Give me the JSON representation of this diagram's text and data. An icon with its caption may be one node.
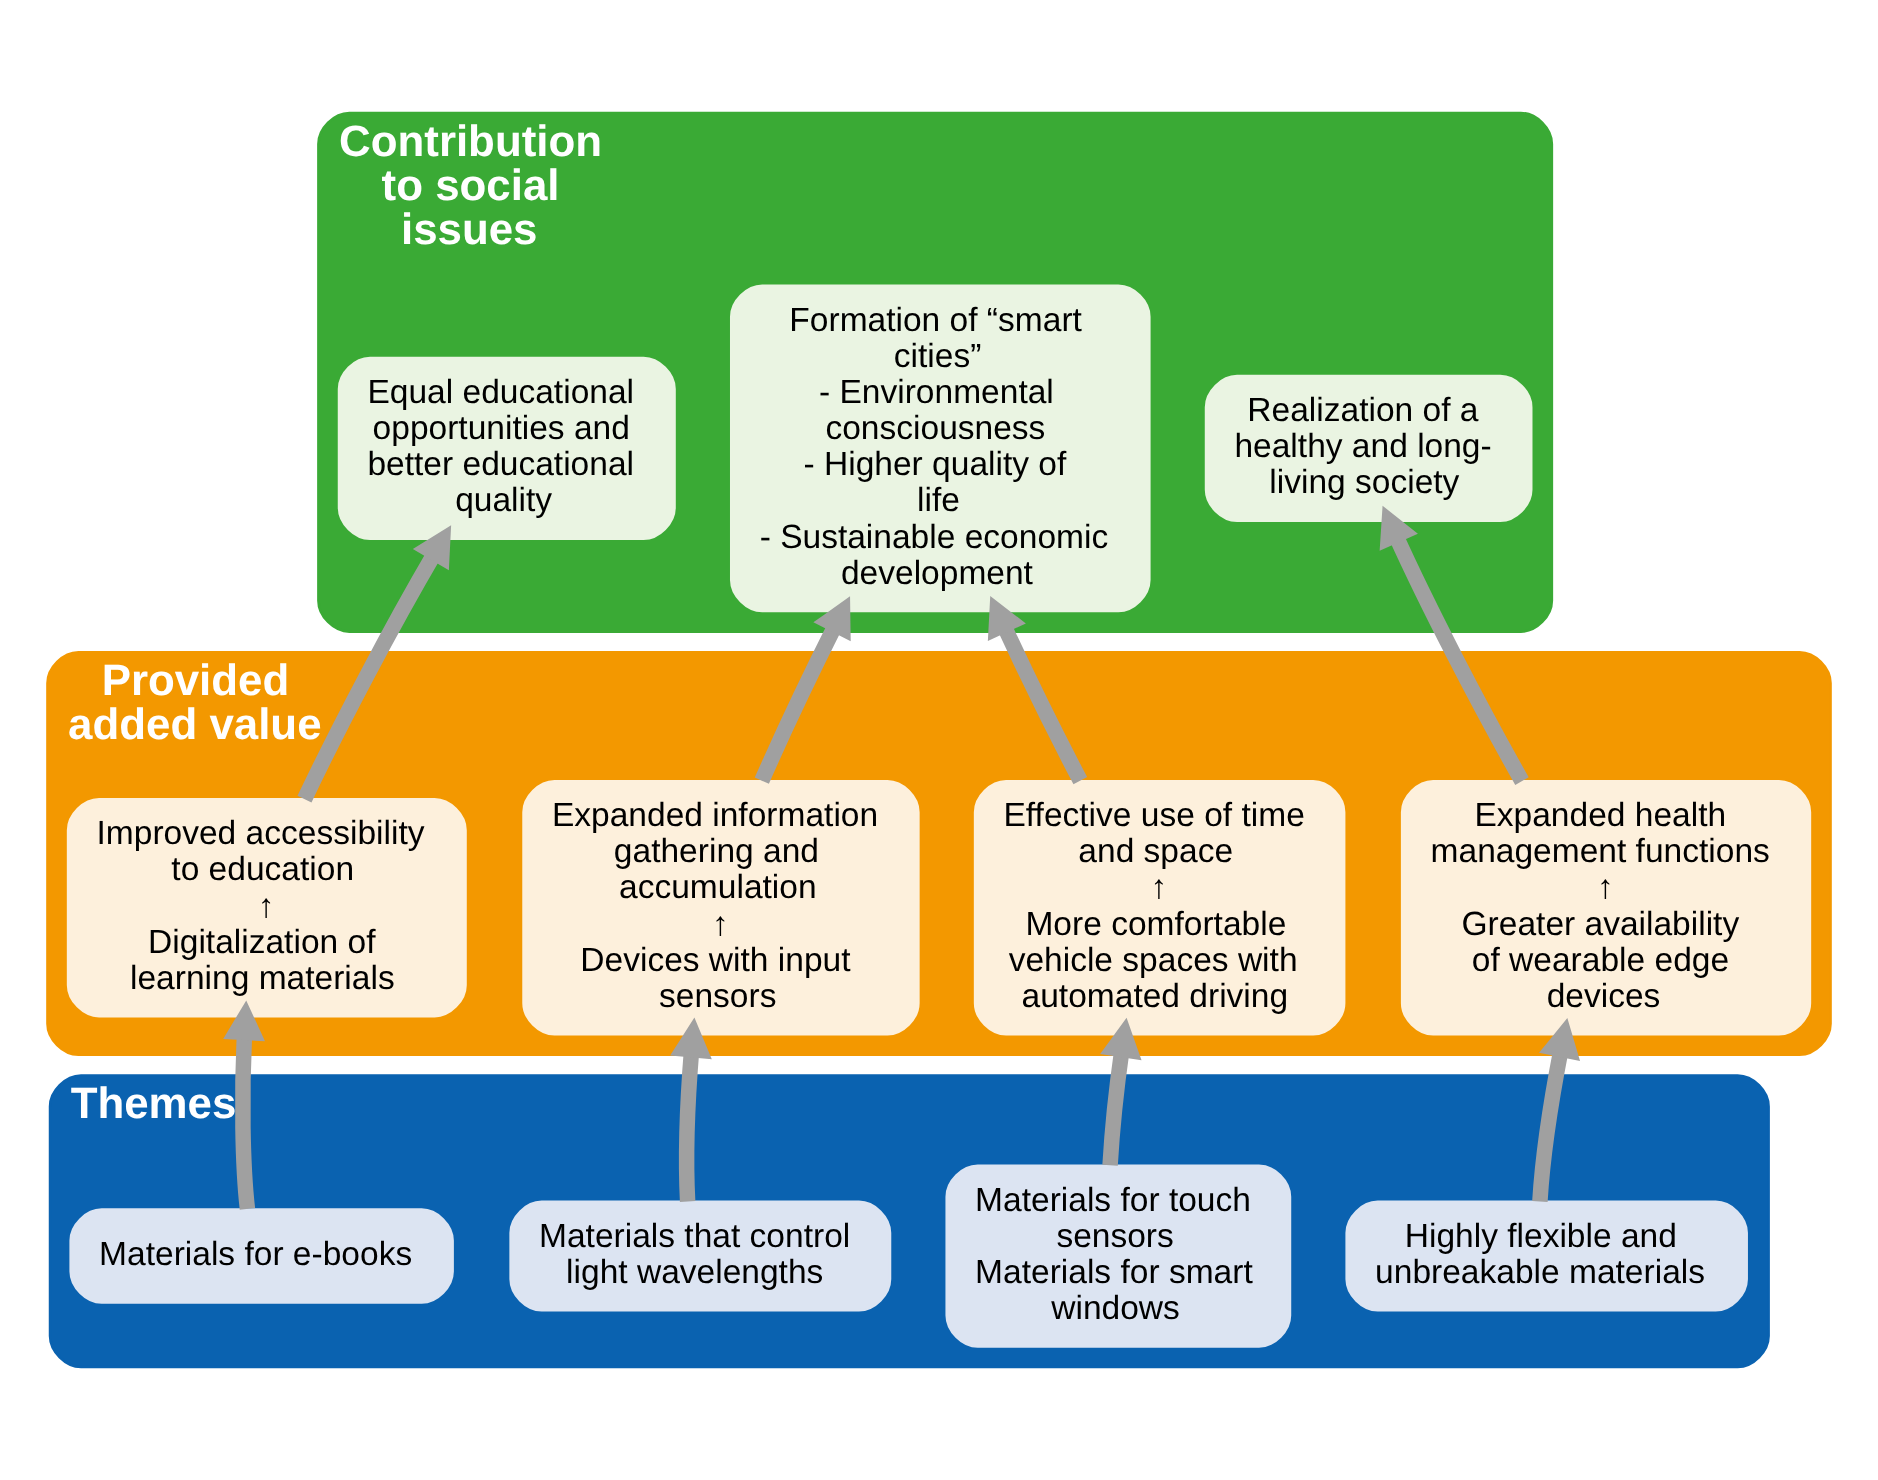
{
  "diagram": {
    "nodes": [
      {
        "text": [
          "Contribution to social issues"
        ]
      },
      {
        "text": [
          "Realization of a healthy and long-living society"
        ],
        "in": 0
      },
      {
        "text": [
          "Formation of “smart cities”",
          "- Environmental consciousness",
          "- Higher quality of life",
          "- Sustainable economic development"
        ],
        "in": 0
      },
      {
        "text": [
          "Equal educational opportunities and better educational quality"
        ],
        "in": 0
      },
      {
        "text": [
          "Provided added value"
        ]
      },
      {
        "text": [
          "Expanded health management functions",
          "↑",
          "Greater availability of wearable edge devices"
        ],
        "in": 4
      },
      {
        "text": [
          "Effective use of time and space",
          "↑",
          "More comfortable vehicle spaces with automated driving"
        ],
        "in": 4
      },
      {
        "text": [
          "Expanded information gathering and accumulation",
          "↑",
          "Devices with input sensors"
        ],
        "in": 4
      },
      {
        "text": [
          "Improved accessibility to education",
          "↑",
          "Digitalization of learning materials"
        ],
        "in": 4
      },
      {
        "text": [
          "Themes"
        ]
      },
      {
        "text": [
          "Highly flexible and unbreakable materials"
        ],
        "in": 9
      },
      {
        "text": [
          "Materials for touch sensors",
          "Materials for smart windows"
        ],
        "in": 9
      },
      {
        "text": [
          "Materials that control light wavelengths"
        ],
        "in": 9
      },
      {
        "text": [
          "Materials for e-books"
        ],
        "in": 9
      }
    ],
    "edges": [
      {
        "from": 10,
        "to": 5,
        "arrow": "to"
      },
      {
        "from": 11,
        "to": 6,
        "arrow": "to"
      },
      {
        "from": 12,
        "to": 7,
        "arrow": "to"
      },
      {
        "from": 13,
        "to": 8,
        "arrow": "to"
      },
      {
        "from": 5,
        "to": 1,
        "arrow": "to"
      },
      {
        "from": 6,
        "to": 2,
        "arrow": "to"
      },
      {
        "from": 7,
        "to": 2,
        "arrow": "to"
      },
      {
        "from": 8,
        "to": 3,
        "arrow": "to"
      }
    ]
  }
}
